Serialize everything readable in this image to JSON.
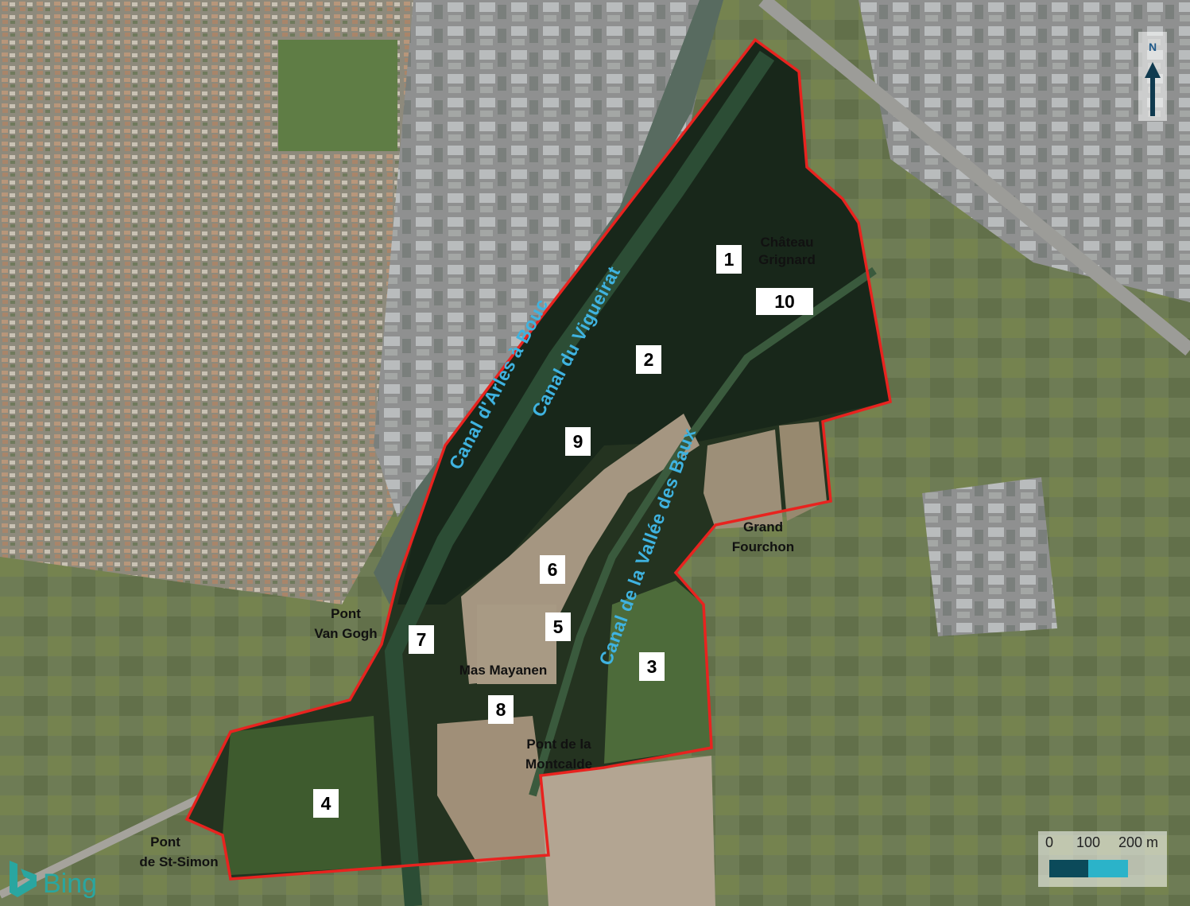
{
  "places": [
    {
      "id": "chateau",
      "lines": [
        "Château",
        "Grignard"
      ]
    },
    {
      "id": "grand-fourchon",
      "lines": [
        "Grand",
        "Fourchon"
      ]
    },
    {
      "id": "pont-van-gogh",
      "lines": [
        "Pont",
        "Van Gogh"
      ]
    },
    {
      "id": "mas-mayanen",
      "lines": [
        "Mas Mayanen"
      ]
    },
    {
      "id": "pont-montcalde",
      "lines": [
        "Pont de la",
        "Montcalde"
      ]
    },
    {
      "id": "pont-st-simon",
      "lines": [
        "Pont",
        "de St-Simon"
      ]
    }
  ],
  "canals": [
    {
      "id": "canal-arles-bouc",
      "label": "Canal d'Arles à Bouc"
    },
    {
      "id": "canal-vigueirat",
      "label": "Canal du Vigueirat"
    },
    {
      "id": "canal-vallee-baux",
      "label": "Canal de la Vallée des Baux"
    }
  ],
  "parcels": [
    "1",
    "2",
    "3",
    "4",
    "5",
    "6",
    "7",
    "8",
    "9",
    "10"
  ],
  "scale_bar": {
    "labels": [
      "0",
      "100",
      "200 m"
    ],
    "colors": [
      "#0b4a5a",
      "#2bb3c9"
    ]
  },
  "north_arrow": {
    "label": "N"
  },
  "attribution": {
    "label": "Bing"
  },
  "colors": {
    "boundary": "#e8231f",
    "canal_label": "#3fb3e0",
    "forest": "#1a2b14",
    "field": "#a79880"
  }
}
